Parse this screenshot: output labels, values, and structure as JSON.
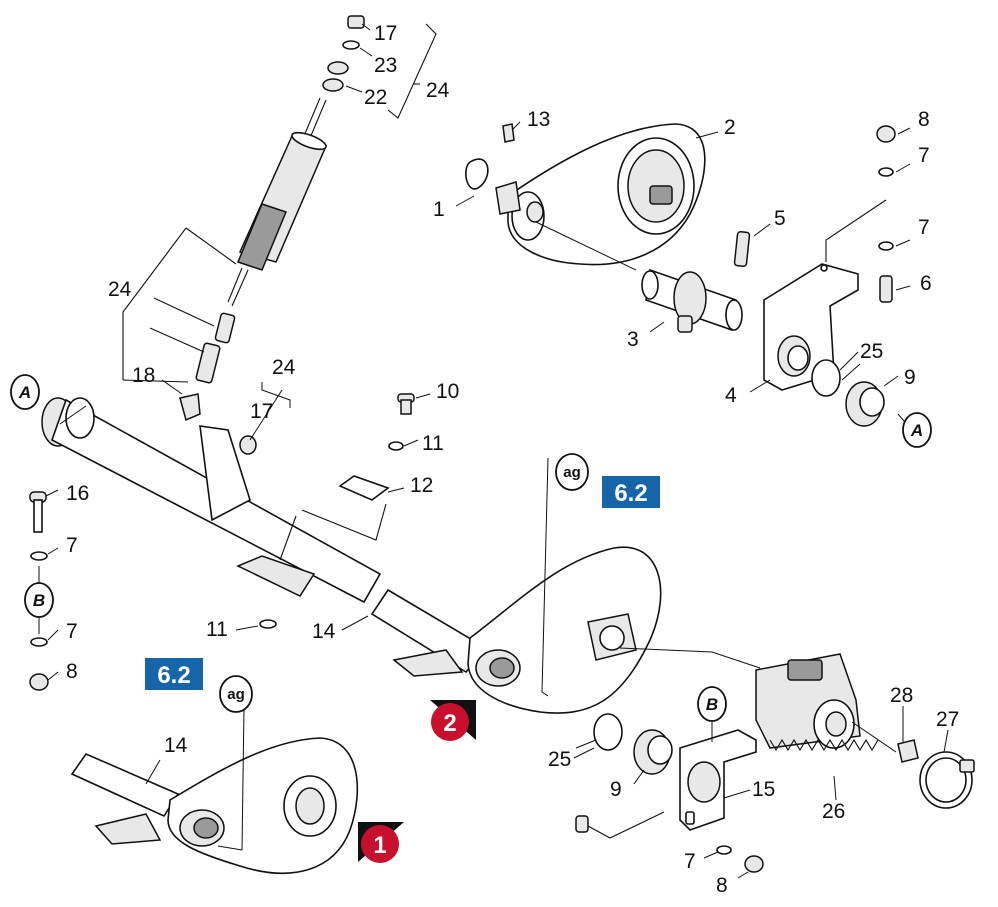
{
  "part_numbers": {
    "p1": "1",
    "p2": "2",
    "p3": "3",
    "p4": "4",
    "p5": "5",
    "p6": "6",
    "p7a": "7",
    "p7b": "7",
    "p7c": "7",
    "p7d": "7",
    "p7e": "7",
    "p8a": "8",
    "p8b": "8",
    "p8c": "8",
    "p9a": "9",
    "p9b": "9",
    "p10": "10",
    "p11a": "11",
    "p11b": "11",
    "p12": "12",
    "p13": "13",
    "p14a": "14",
    "p14b": "14",
    "p15": "15",
    "p16": "16",
    "p17a": "17",
    "p17b": "17",
    "p18": "18",
    "p22": "22",
    "p23": "23",
    "p24a": "24",
    "p24b": "24",
    "p24c": "24",
    "p25a": "25",
    "p25b": "25",
    "p26": "26",
    "p27": "27",
    "p28": "28"
  },
  "markers": {
    "A": "A",
    "B": "B"
  },
  "ag_tags": {
    "top": "ag",
    "bottom": "ag"
  },
  "section_refs": {
    "top": "6.2",
    "bottom": "6.2"
  },
  "steps": {
    "one": "1",
    "two": "2"
  },
  "colors": {
    "section_ref": "#1565a8",
    "step_badge": "#c8102e"
  }
}
